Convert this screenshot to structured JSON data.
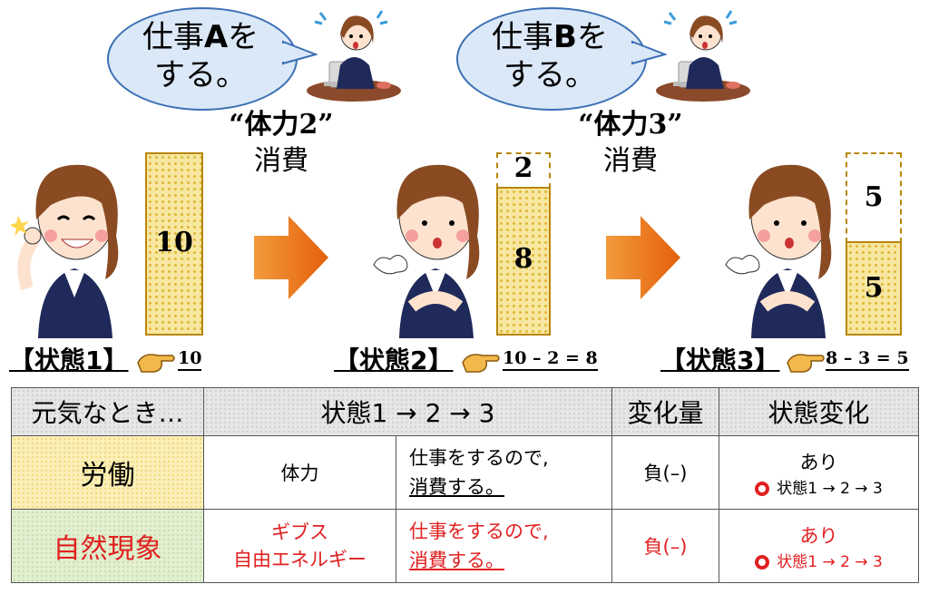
{
  "bubbles": [
    {
      "line1_pre": "仕事",
      "line1_bold": "A",
      "line1_post": "を",
      "line2": "する。"
    },
    {
      "line1_pre": "仕事",
      "line1_bold": "B",
      "line1_post": "を",
      "line2": "する。"
    }
  ],
  "consumption": [
    {
      "quoted": "“体力2”",
      "word": "消費"
    },
    {
      "quoted": "“体力3”",
      "word": "消費"
    }
  ],
  "bars": {
    "state1": {
      "value": "10"
    },
    "state2": {
      "used": "2",
      "remaining": "8"
    },
    "state3": {
      "used": "5",
      "remaining": "5"
    }
  },
  "states": [
    {
      "label": "【状態1】",
      "formula": "10"
    },
    {
      "label": "【状態2】",
      "formula": "10 – 2 = 8"
    },
    {
      "label": "【状態3】",
      "formula": "8 – 3 = 5"
    }
  ],
  "table": {
    "header": {
      "c1": "元気なとき…",
      "c2": "状態1 → 2 → 3",
      "c3": "変化量",
      "c4": "状態変化"
    },
    "row1": {
      "name": "労働",
      "quantity": "体力",
      "desc1": "仕事をするので,",
      "desc2": "消費する。",
      "change": "負(–)",
      "state_change": "あり",
      "state_seq": "状態1 → 2 → 3"
    },
    "row2": {
      "name": "自然現象",
      "quantity1": "ギブス",
      "quantity2": "自由エネルギー",
      "desc1": "仕事をするので,",
      "desc2": "消費する。",
      "change": "負(–)",
      "state_change": "あり",
      "state_seq": "状態1 → 2 → 3"
    }
  },
  "colors": {
    "bar_fill": "#f7e7a0",
    "bar_border": "#b8860b",
    "arrow": "#f07a18",
    "bubble_fill": "#dbe8f7",
    "bubble_border": "#3a6fb5",
    "red_text": "#e02020"
  }
}
